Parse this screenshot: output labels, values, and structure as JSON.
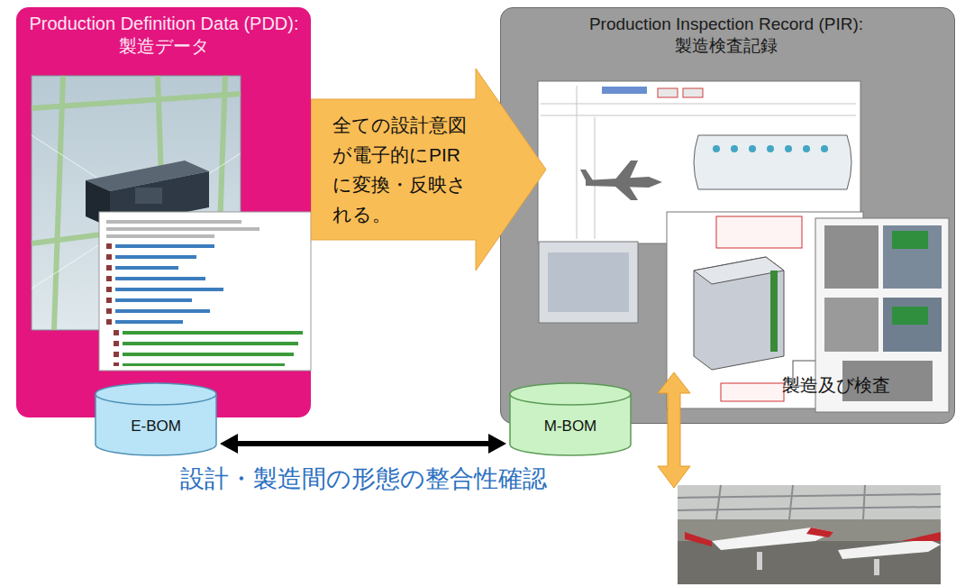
{
  "diagram": {
    "nodes": [
      {
        "text": [
          "Production Definition Data (PDD): 製造データ"
        ]
      },
      {
        "text": [
          "Production Inspection Record (PIR): 製造検査記録"
        ]
      },
      {
        "text": [
          "全ての設計意図が電子的にPIRに変換・反映される。"
        ]
      },
      {
        "text": [
          "E-BOM"
        ]
      },
      {
        "text": [
          "M-BOM"
        ]
      }
    ],
    "edges": [
      {
        "from": 3,
        "to": 4,
        "arrow": "both",
        "label": "設計・製造間の形態の整合性確認"
      }
    ],
    "labels": [
      "製造及び検査"
    ]
  }
}
